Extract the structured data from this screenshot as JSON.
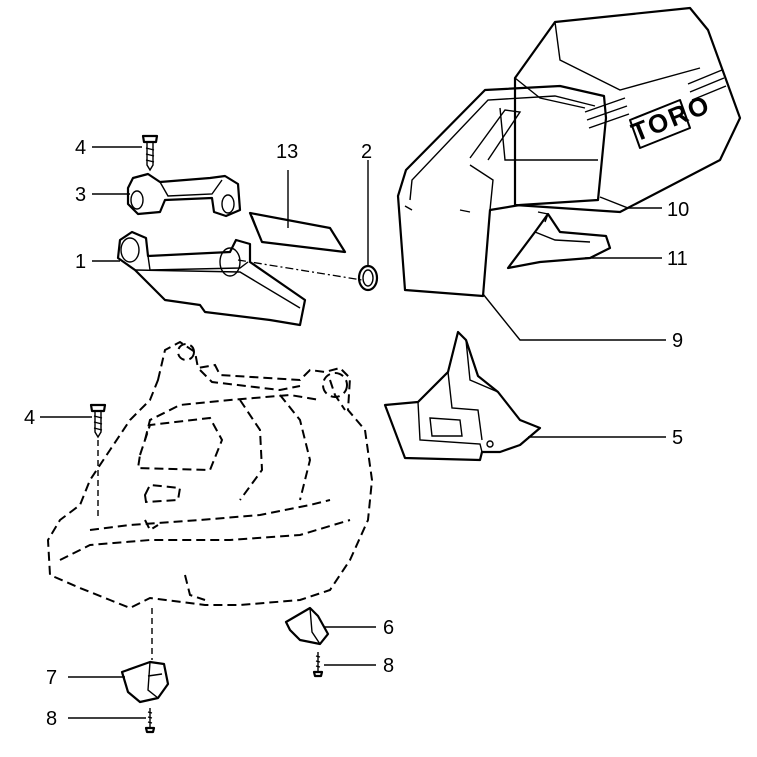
{
  "logo_text": "TORO",
  "callouts": [
    {
      "id": "1",
      "label": "1"
    },
    {
      "id": "2",
      "label": "2"
    },
    {
      "id": "3",
      "label": "3"
    },
    {
      "id": "4a",
      "label": "4"
    },
    {
      "id": "4b",
      "label": "4"
    },
    {
      "id": "5",
      "label": "5"
    },
    {
      "id": "6",
      "label": "6"
    },
    {
      "id": "7",
      "label": "7"
    },
    {
      "id": "8a",
      "label": "8"
    },
    {
      "id": "8b",
      "label": "8"
    },
    {
      "id": "9",
      "label": "9"
    },
    {
      "id": "10",
      "label": "10"
    },
    {
      "id": "11",
      "label": "11"
    },
    {
      "id": "13",
      "label": "13"
    }
  ]
}
